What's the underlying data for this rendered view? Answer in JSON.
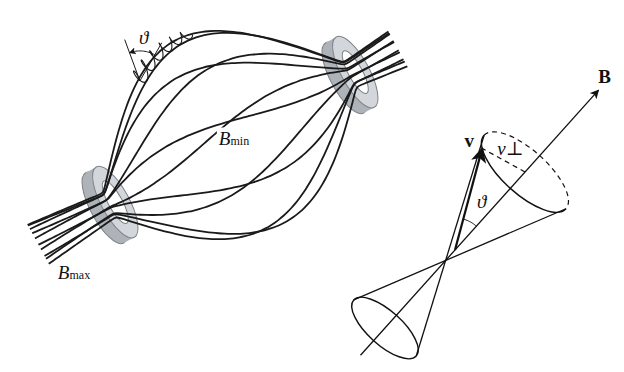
{
  "diagram": {
    "labels": [
      "ϑ",
      "Bmin",
      "Bmax",
      "v",
      "ϑ",
      "v⊥",
      "B"
    ]
  }
}
